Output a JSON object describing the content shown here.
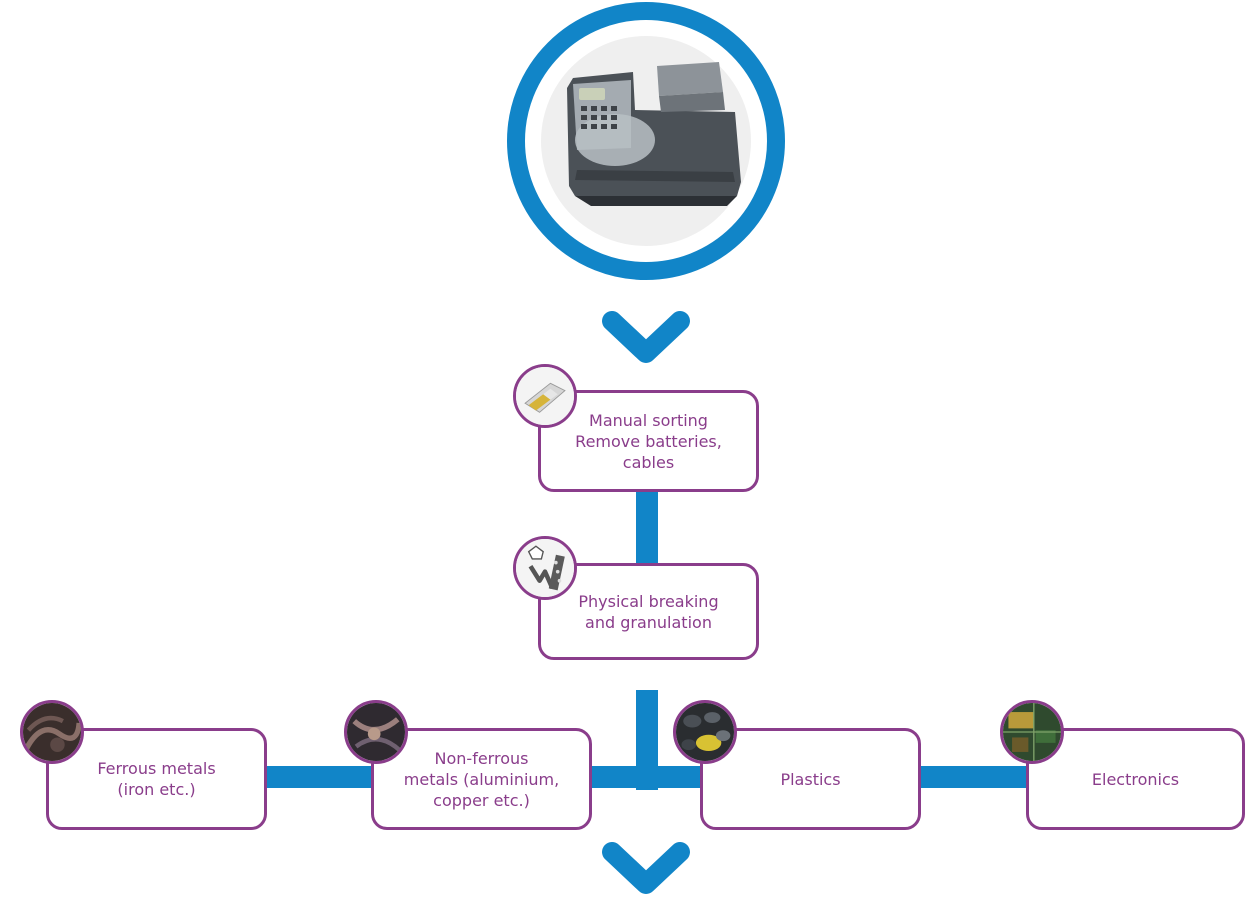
{
  "colors": {
    "blue": "#1185c8",
    "purple": "#8a3d8b"
  },
  "hero": {
    "icon": "franking-machine-icon"
  },
  "steps": [
    {
      "label": "Manual sorting\nRemove batteries,\ncables",
      "icon": "battery-icon"
    },
    {
      "label": "Physical breaking\nand granulation",
      "icon": "shredder-icon"
    }
  ],
  "outputs": [
    {
      "label": "Ferrous metals\n(iron etc.)",
      "icon": "ferrous-metals-icon"
    },
    {
      "label": "Non-ferrous\nmetals (aluminium,\ncopper etc.)",
      "icon": "non-ferrous-metals-icon"
    },
    {
      "label": "Plastics",
      "icon": "plastics-icon"
    },
    {
      "label": "Electronics",
      "icon": "electronics-icon"
    }
  ]
}
